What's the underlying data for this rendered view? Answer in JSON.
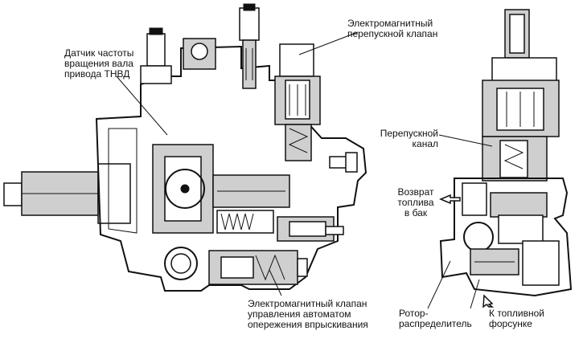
{
  "labels": {
    "rpm_sensor": "Датчик частоты\nвращения вала\nпривода ТНВД",
    "solenoid_bypass": "Электромагнитный\nперепускной клапан",
    "solenoid_timing": "Электромагнитный клапан\nуправления автоматом\nопережения впрыскивания",
    "bypass_channel": "Перепускной\nканал",
    "fuel_return": "Возврат\nтоплива\nв бак",
    "rotor": "Ротор-\nраспределитель",
    "to_injector": "К топливной\nфорсунке"
  }
}
